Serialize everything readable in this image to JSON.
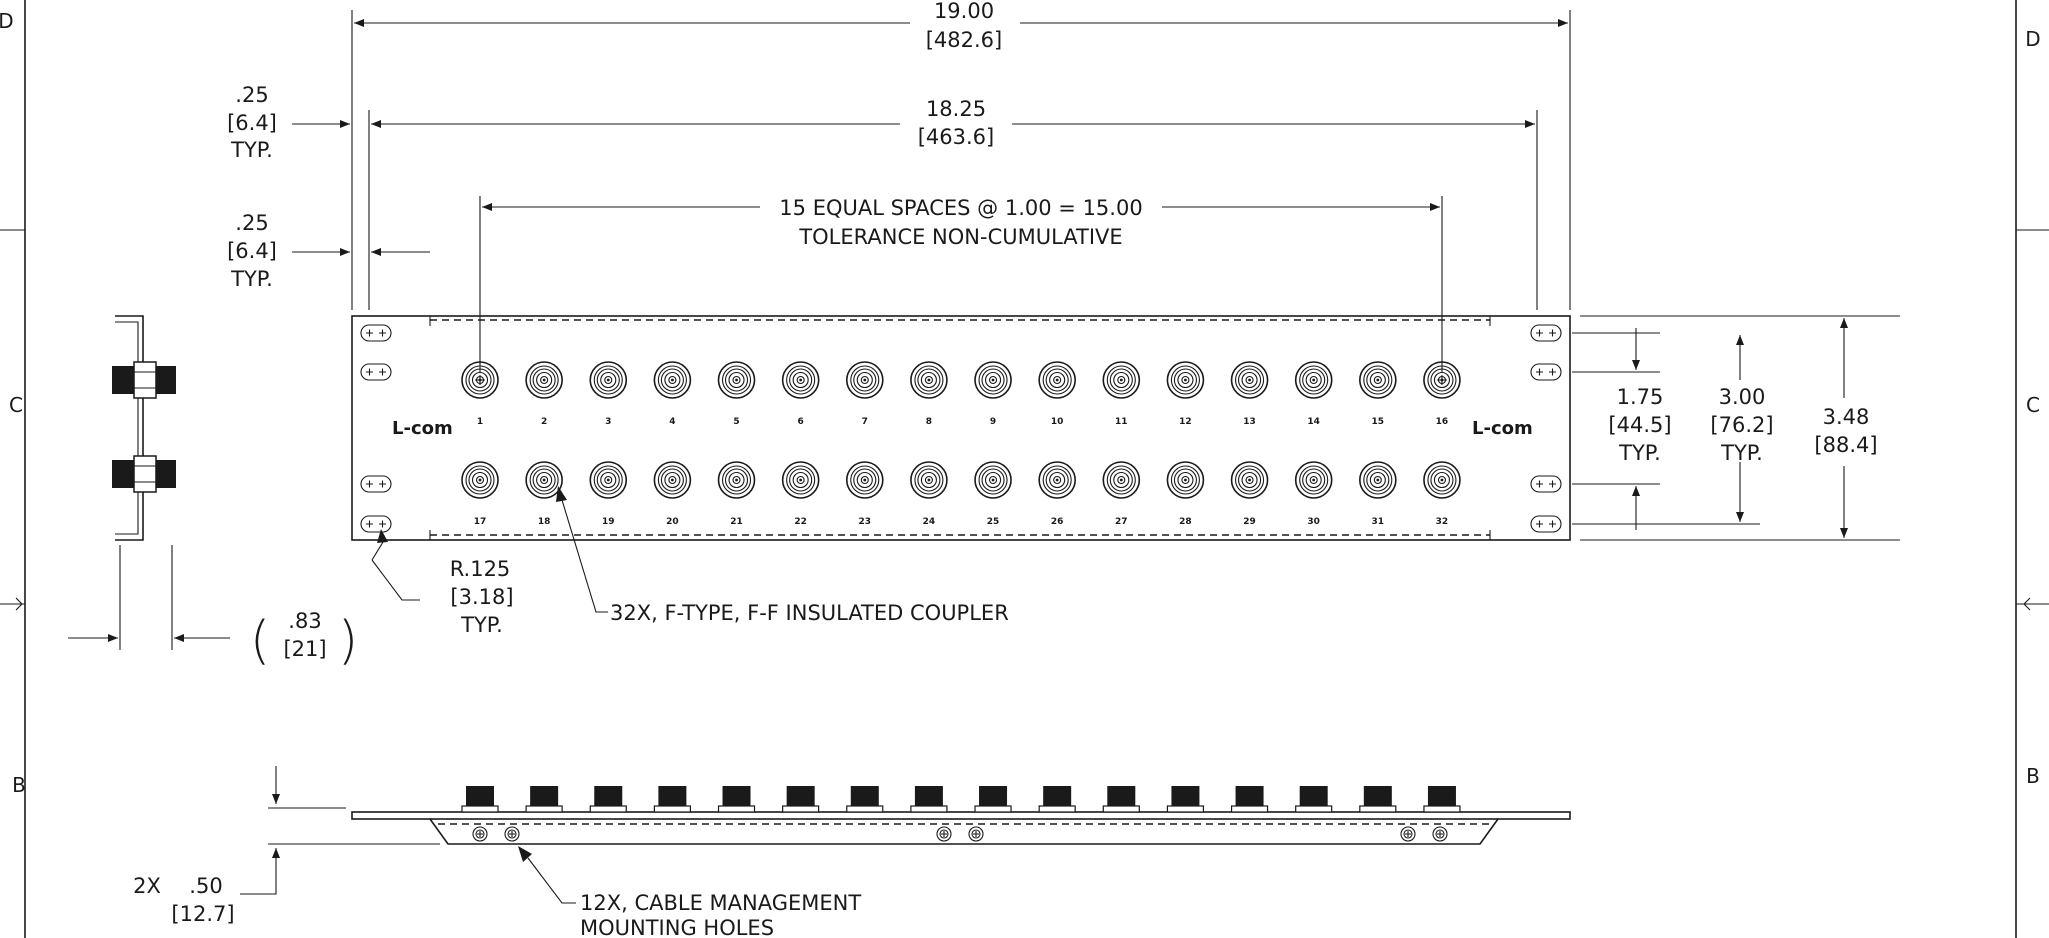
{
  "zones": {
    "top_left": "D",
    "top_right": "D",
    "mid_left": "C",
    "mid_right": "C",
    "low_left": "B",
    "low_right": "B"
  },
  "dims": {
    "overall_width": "19.00",
    "overall_width_mm": "[482.6]",
    "hole_spacing": "18.25",
    "hole_spacing_mm": "[463.6]",
    "edge_offset_1": ".25",
    "edge_offset_1_mm": "[6.4]",
    "edge_offset_1_note": "TYP.",
    "edge_offset_2": ".25",
    "edge_offset_2_mm": "[6.4]",
    "edge_offset_2_note": "TYP.",
    "spacing_line1": "15 EQUAL SPACES @ 1.00 = 15.00",
    "spacing_line2": "TOLERANCE NON-CUMULATIVE",
    "hole_vertical": "1.75",
    "hole_vertical_mm": "[44.5]",
    "hole_vertical_note": "TYP.",
    "outer_hole_vertical": "3.00",
    "outer_hole_vertical_mm": "[76.2]",
    "outer_hole_vertical_note": "TYP.",
    "panel_height": "3.48",
    "panel_height_mm": "[88.4]",
    "slot_radius": "R.125",
    "slot_radius_mm": "[3.18]",
    "slot_radius_note": "TYP.",
    "side_depth_open": "(",
    "side_depth": ".83",
    "side_depth_mm": "[21]",
    "side_depth_close": ")",
    "bottom_flange_qty": "2X",
    "bottom_flange": ".50",
    "bottom_flange_mm": "[12.7]"
  },
  "callouts": {
    "coupler": "32X, F-TYPE, F-F INSULATED COUPLER",
    "holes_line1": "12X, CABLE MANAGEMENT",
    "holes_line2": "MOUNTING HOLES"
  },
  "panel": {
    "logo_left": "L-com",
    "logo_right": "L-com",
    "top_row_ports": [
      "1",
      "2",
      "3",
      "4",
      "5",
      "6",
      "7",
      "8",
      "9",
      "10",
      "11",
      "12",
      "13",
      "14",
      "15",
      "16"
    ],
    "bottom_row_ports": [
      "17",
      "18",
      "19",
      "20",
      "21",
      "22",
      "23",
      "24",
      "25",
      "26",
      "27",
      "28",
      "29",
      "30",
      "31",
      "32"
    ]
  }
}
